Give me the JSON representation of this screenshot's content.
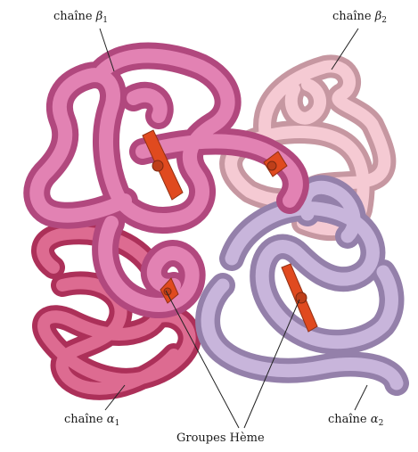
{
  "labels": {
    "beta1": {
      "prefix": "chaîne",
      "greek": "β",
      "sub": "1"
    },
    "beta2": {
      "prefix": "chaîne",
      "greek": "β",
      "sub": "2"
    },
    "alpha1": {
      "prefix": "chaîne",
      "greek": "α",
      "sub": "1"
    },
    "alpha2": {
      "prefix": "chaîne",
      "greek": "α",
      "sub": "2"
    },
    "heme": "Groupes Hème"
  },
  "colors": {
    "beta1": "#d8589a",
    "beta2": "#f2b8c4",
    "alpha1": "#d23a6c",
    "alpha2": "#b59ccf",
    "heme": "#e04a1f"
  }
}
